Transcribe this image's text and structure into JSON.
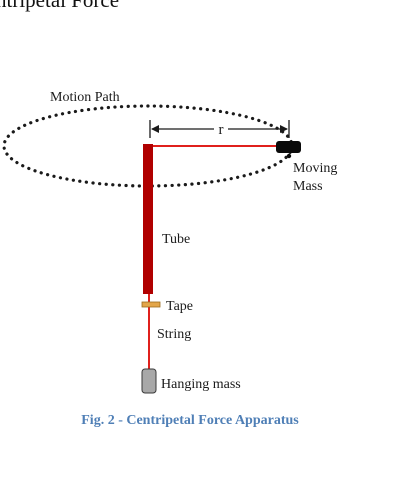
{
  "heading": "ntripetal Force",
  "labels": {
    "motion_path": "Motion Path",
    "radius": "r",
    "moving_mass_line1": "Moving",
    "moving_mass_line2": "Mass",
    "tube": "Tube",
    "tape": "Tape",
    "string": "String",
    "hanging_mass": "Hanging mass"
  },
  "caption": "Fig.  2 - Centripetal Force Apparatus",
  "colors": {
    "tube": "#b00000",
    "string": "#e0201c",
    "tape": "#e3a64a",
    "hanging_mass": "#a8a8a8",
    "moving_mass": "#0a0a0a",
    "path_dots": "#1a1a1a",
    "caption": "#4f7fb6"
  }
}
